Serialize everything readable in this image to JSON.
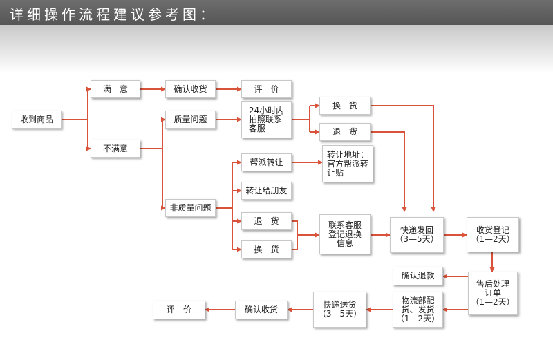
{
  "header": {
    "title": "详细操作流程建议参考图："
  },
  "nodes": {
    "receive": "收到商品",
    "satisfied": "满　意",
    "confirm_top": "确认收货",
    "review_top": "评　价",
    "unsatisfied": "不满意",
    "quality_issue": "质量问题",
    "contact_24h": "24小时内\n拍照联系\n客服",
    "exchange_top": "换　货",
    "return_top": "退　货",
    "non_quality_issue": "非质量问题",
    "help_transfer": "帮派转让",
    "transfer_address": "转让地址：\n官方帮派转\n让贴",
    "transfer_friend": "转让给朋友",
    "return_mid": "退　货",
    "exchange_mid": "换　货",
    "contact_register": "联系客服\n登记退换\n信息",
    "express_return": "快递发回\n（3—5天）",
    "receipt_register": "收货登记\n（1—2天）",
    "aftersale": "售后处理\n订单\n（1—2天）",
    "refund": "确认退款",
    "logistics": "物流部配\n货、发货\n（1—2天）",
    "express_send": "快递送货\n（3—5天）",
    "confirm_bottom": "确认收货",
    "review_bottom": "评　价"
  },
  "colors": {
    "line": "#d9533a",
    "header": "#5f5f5f"
  }
}
